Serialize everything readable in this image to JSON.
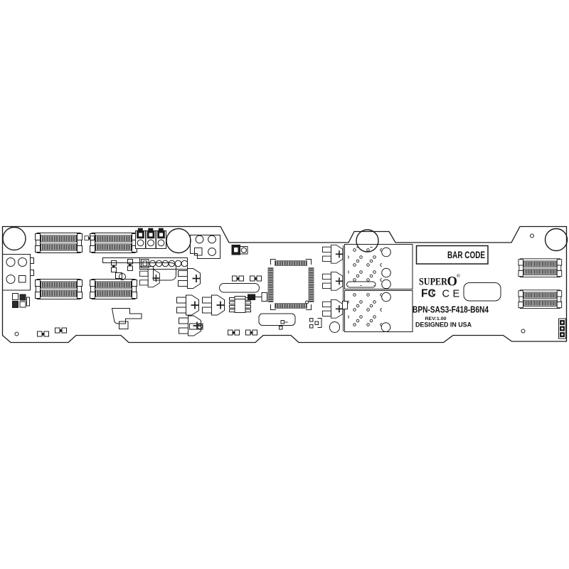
{
  "silkscreen": {
    "barcode_label": "BAR CODE",
    "brand_super": "SUPER",
    "brand_o": "O",
    "registered_mark": "®",
    "fcc_f": "F",
    "fcc_c": "C",
    "fcc_c_inner": "C",
    "ce_mark": "CE",
    "model": "BPN-SAS3-F418-B6N4",
    "revision": "REV:1.00",
    "origin": "DESIGNED IN USA"
  }
}
